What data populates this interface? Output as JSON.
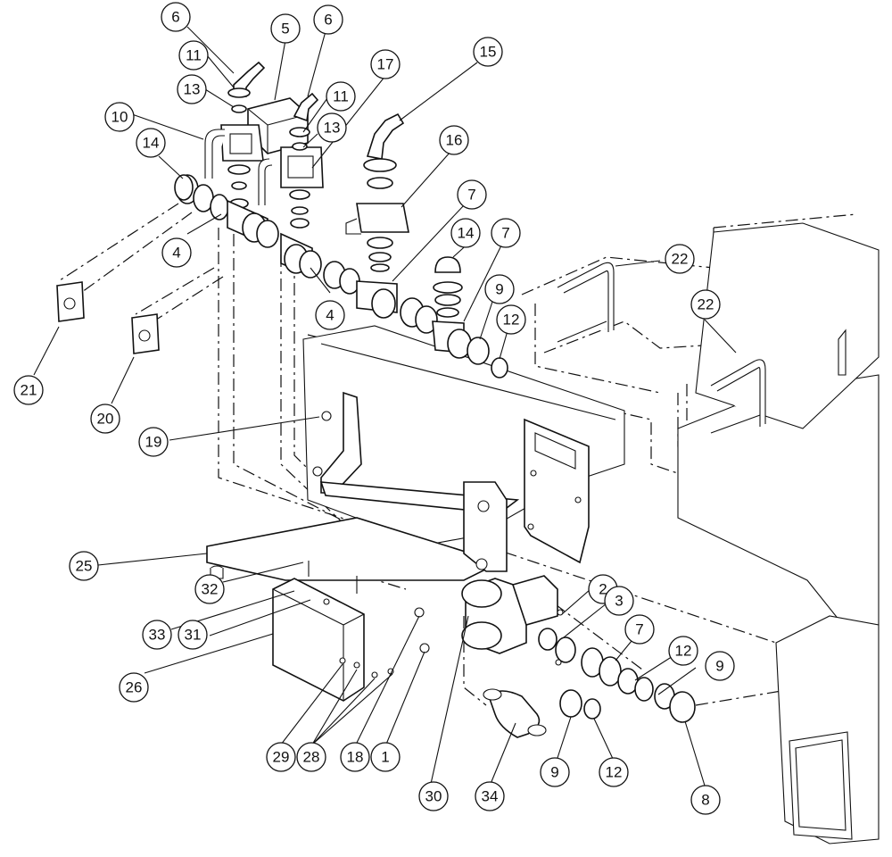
{
  "diagram": {
    "balloons": [
      {
        "id": "b6a",
        "label": "6"
      },
      {
        "id": "b5",
        "label": "5"
      },
      {
        "id": "b6b",
        "label": "6"
      },
      {
        "id": "b11a",
        "label": "11"
      },
      {
        "id": "b13a",
        "label": "13"
      },
      {
        "id": "b11b",
        "label": "11"
      },
      {
        "id": "b13b",
        "label": "13"
      },
      {
        "id": "b17",
        "label": "17"
      },
      {
        "id": "b15",
        "label": "15"
      },
      {
        "id": "b10",
        "label": "10"
      },
      {
        "id": "b14a",
        "label": "14"
      },
      {
        "id": "b16",
        "label": "16"
      },
      {
        "id": "b7a",
        "label": "7"
      },
      {
        "id": "b14b",
        "label": "14"
      },
      {
        "id": "b7b",
        "label": "7"
      },
      {
        "id": "b4a",
        "label": "4"
      },
      {
        "id": "b4b",
        "label": "4"
      },
      {
        "id": "b9a",
        "label": "9"
      },
      {
        "id": "b12a",
        "label": "12"
      },
      {
        "id": "b22a",
        "label": "22"
      },
      {
        "id": "b22b",
        "label": "22"
      },
      {
        "id": "b21",
        "label": "21"
      },
      {
        "id": "b20",
        "label": "20"
      },
      {
        "id": "b19",
        "label": "19"
      },
      {
        "id": "b25",
        "label": "25"
      },
      {
        "id": "b32",
        "label": "32"
      },
      {
        "id": "b2",
        "label": "2"
      },
      {
        "id": "b3",
        "label": "3"
      },
      {
        "id": "b33",
        "label": "33"
      },
      {
        "id": "b31",
        "label": "31"
      },
      {
        "id": "b7c",
        "label": "7"
      },
      {
        "id": "b12b",
        "label": "12"
      },
      {
        "id": "b9b",
        "label": "9"
      },
      {
        "id": "b26",
        "label": "26"
      },
      {
        "id": "b29",
        "label": "29"
      },
      {
        "id": "b28",
        "label": "28"
      },
      {
        "id": "b18",
        "label": "18"
      },
      {
        "id": "b1",
        "label": "1"
      },
      {
        "id": "b9c",
        "label": "9"
      },
      {
        "id": "b12c",
        "label": "12"
      },
      {
        "id": "b30",
        "label": "30"
      },
      {
        "id": "b34",
        "label": "34"
      },
      {
        "id": "b8",
        "label": "8"
      }
    ]
  }
}
